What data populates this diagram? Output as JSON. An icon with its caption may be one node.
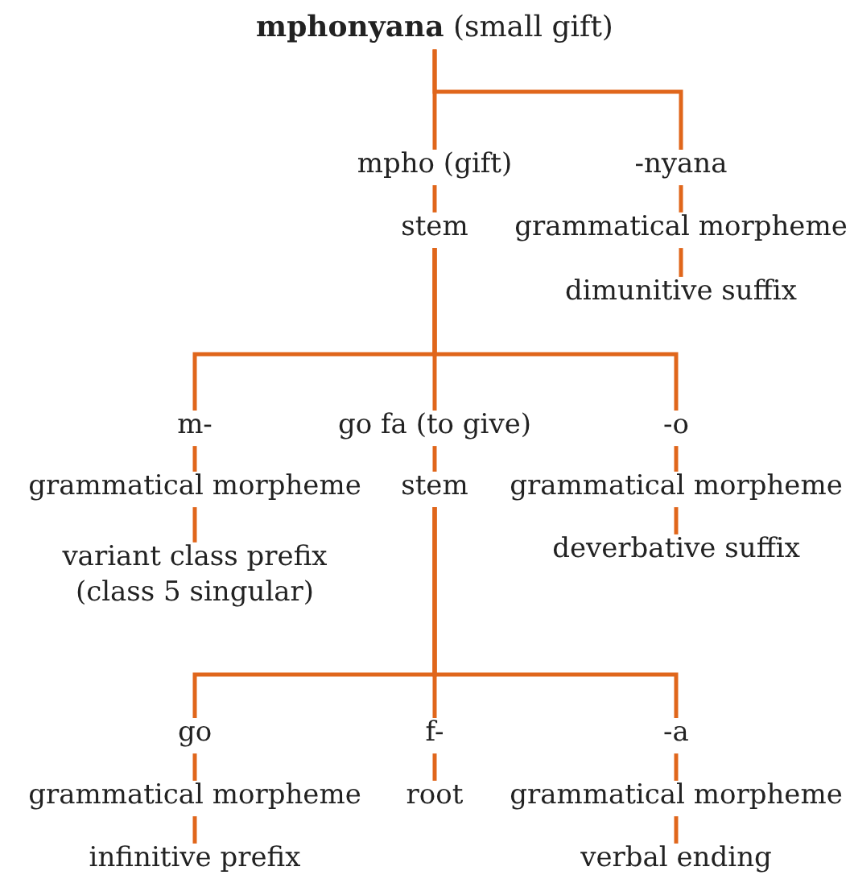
{
  "diagram": {
    "nodes": [
      {
        "text": [
          "**mphonyana** (small gift)"
        ]
      },
      {
        "text": [
          "mpho (gift)"
        ]
      },
      {
        "text": [
          "stem"
        ]
      },
      {
        "text": [
          "-nyana"
        ]
      },
      {
        "text": [
          "grammatical morpheme"
        ]
      },
      {
        "text": [
          "dimunitive suffix"
        ]
      },
      {
        "text": [
          "m-"
        ]
      },
      {
        "text": [
          "grammatical morpheme"
        ]
      },
      {
        "text": [
          "variant class prefix (class 5 singular)"
        ]
      },
      {
        "text": [
          "go fa (to give)"
        ]
      },
      {
        "text": [
          "stem"
        ]
      },
      {
        "text": [
          "-o"
        ]
      },
      {
        "text": [
          "grammatical morpheme"
        ]
      },
      {
        "text": [
          "deverbative suffix"
        ]
      },
      {
        "text": [
          "go"
        ]
      },
      {
        "text": [
          "grammatical morpheme"
        ]
      },
      {
        "text": [
          "infinitive prefix"
        ]
      },
      {
        "text": [
          "f-"
        ]
      },
      {
        "text": [
          "root"
        ]
      },
      {
        "text": [
          "-a"
        ]
      },
      {
        "text": [
          "grammatical morpheme"
        ]
      },
      {
        "text": [
          "verbal ending"
        ]
      }
    ],
    "edges": [
      {
        "from": 0,
        "to": 1,
        "arrow": "none"
      },
      {
        "from": 0,
        "to": 3,
        "arrow": "none"
      },
      {
        "from": 1,
        "to": 2,
        "arrow": "none"
      },
      {
        "from": 3,
        "to": 4,
        "arrow": "none"
      },
      {
        "from": 4,
        "to": 5,
        "arrow": "none"
      },
      {
        "from": 2,
        "to": 6,
        "arrow": "none"
      },
      {
        "from": 2,
        "to": 9,
        "arrow": "none"
      },
      {
        "from": 2,
        "to": 11,
        "arrow": "none"
      },
      {
        "from": 6,
        "to": 7,
        "arrow": "none"
      },
      {
        "from": 7,
        "to": 8,
        "arrow": "none"
      },
      {
        "from": 9,
        "to": 10,
        "arrow": "none"
      },
      {
        "from": 11,
        "to": 12,
        "arrow": "none"
      },
      {
        "from": 12,
        "to": 13,
        "arrow": "none"
      },
      {
        "from": 10,
        "to": 14,
        "arrow": "none"
      },
      {
        "from": 10,
        "to": 17,
        "arrow": "none"
      },
      {
        "from": 10,
        "to": 19,
        "arrow": "none"
      },
      {
        "from": 14,
        "to": 15,
        "arrow": "none"
      },
      {
        "from": 15,
        "to": 16,
        "arrow": "none"
      },
      {
        "from": 17,
        "to": 18,
        "arrow": "none"
      },
      {
        "from": 19,
        "to": 20,
        "arrow": "none"
      },
      {
        "from": 20,
        "to": 21,
        "arrow": "none"
      }
    ]
  }
}
